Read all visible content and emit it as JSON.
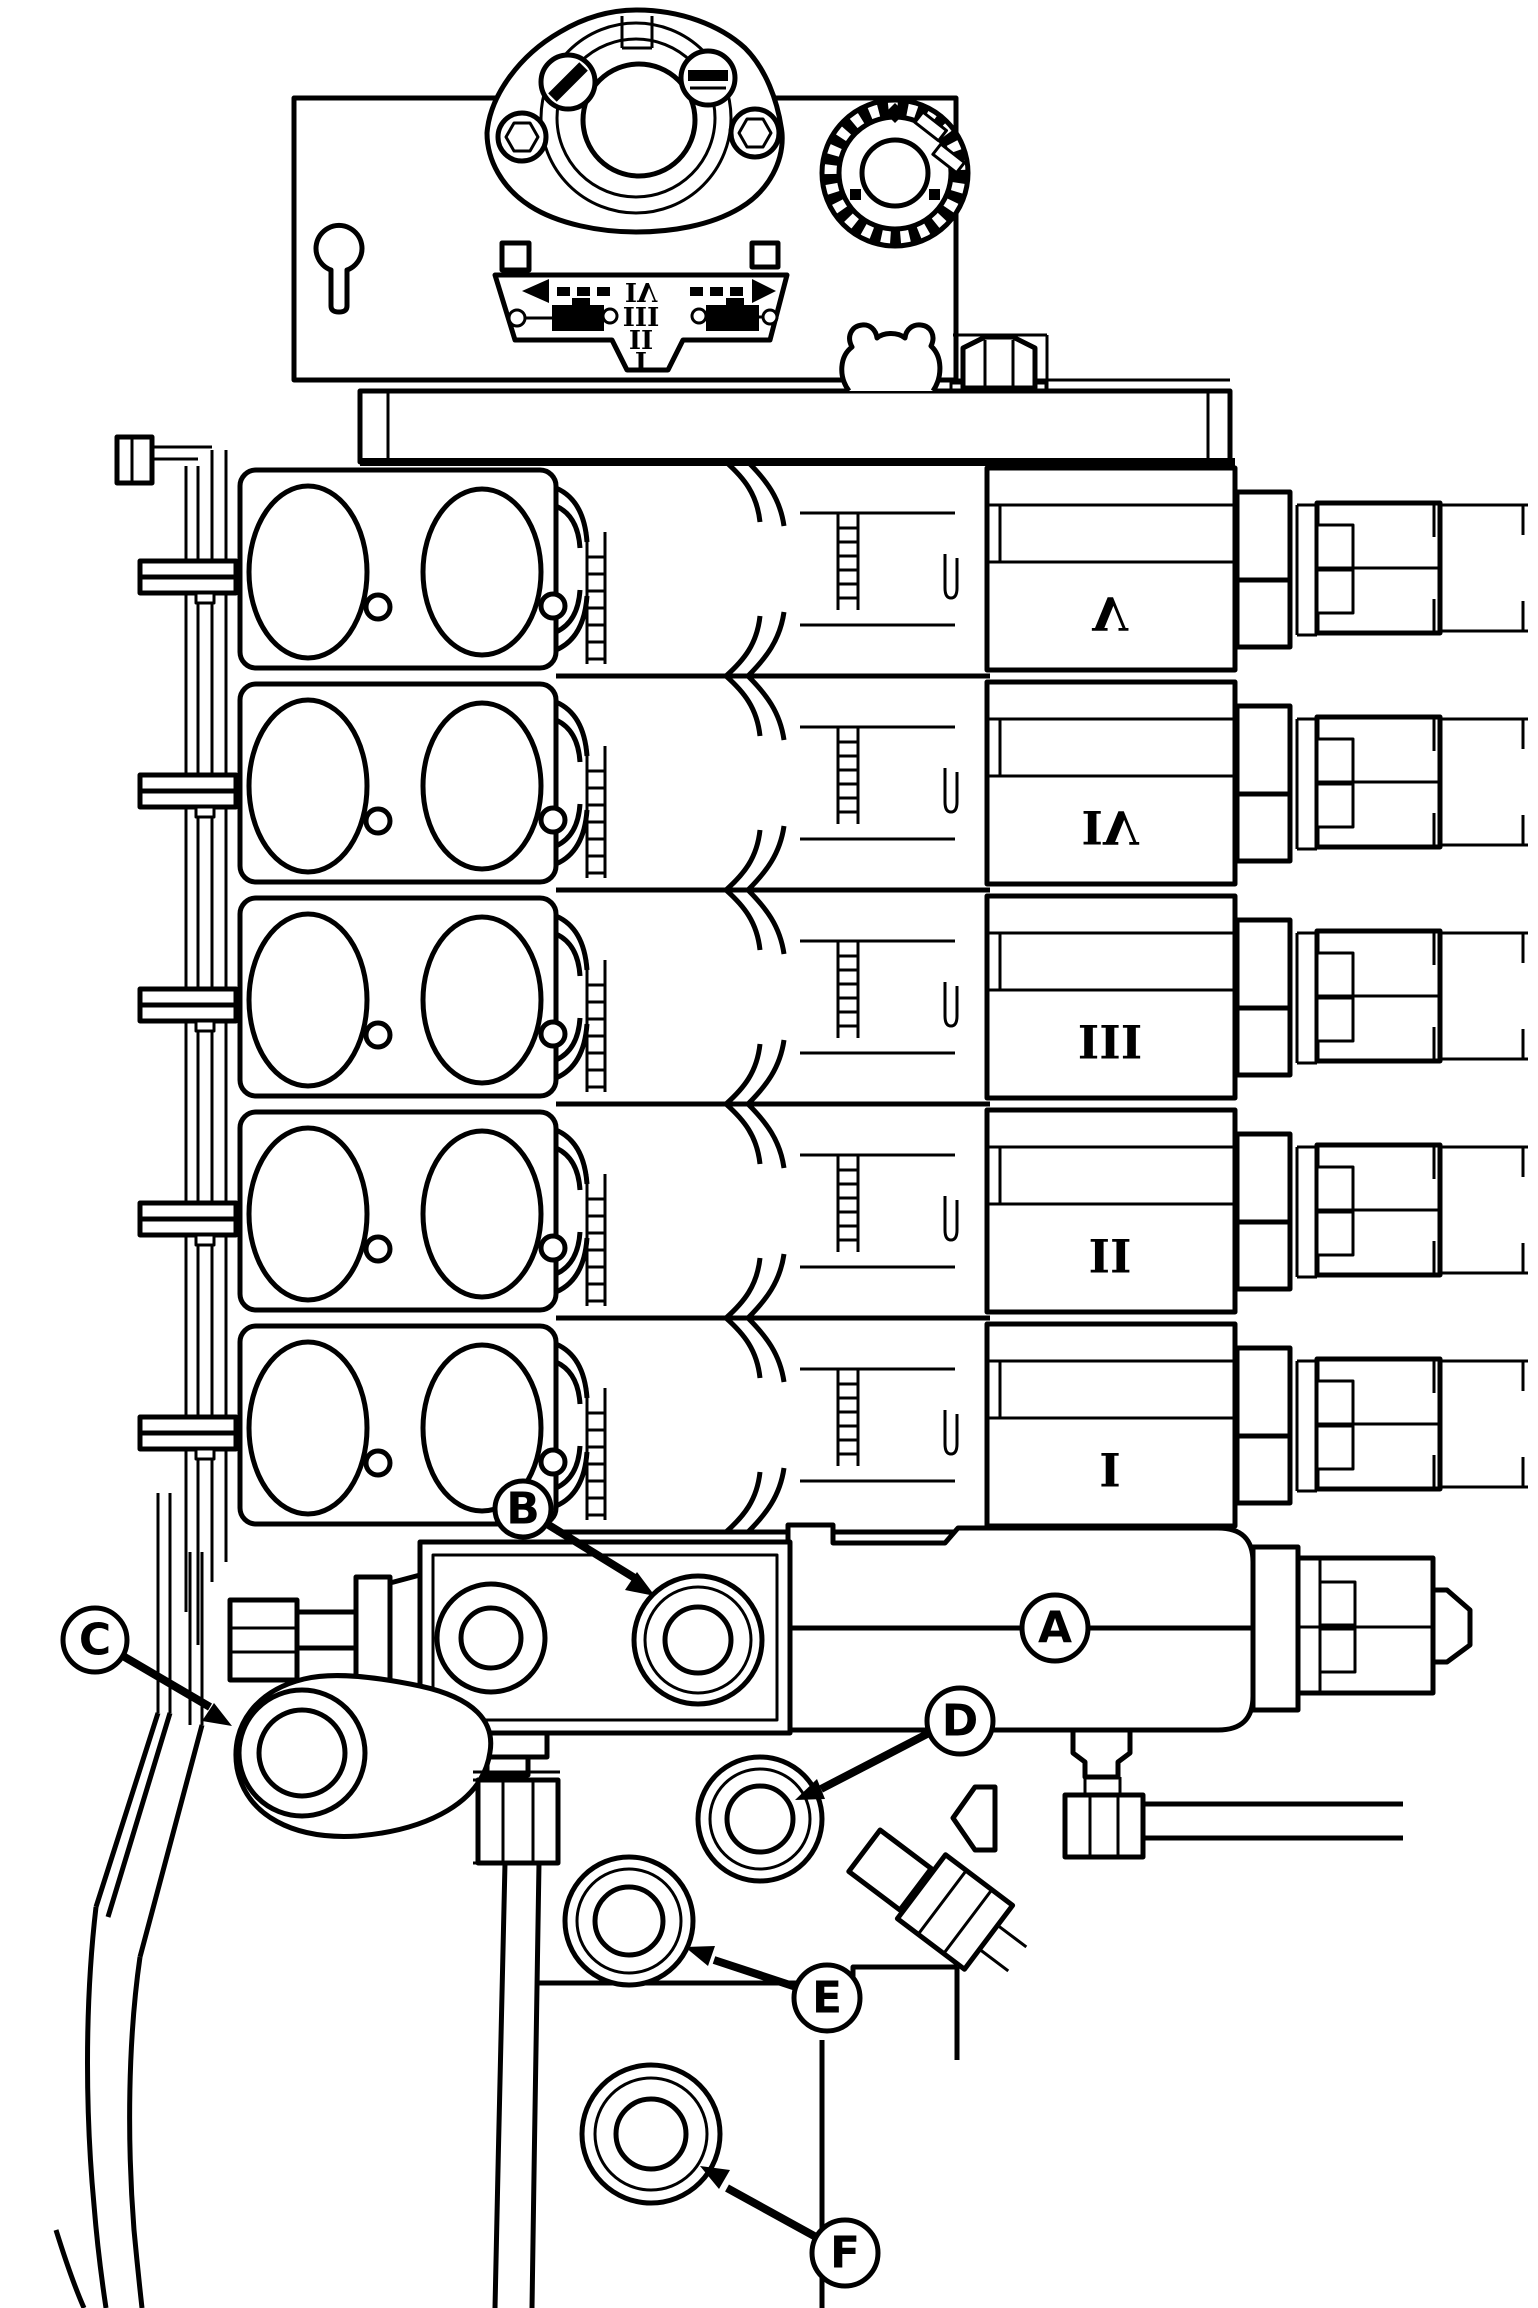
{
  "diagram": {
    "sections": {
      "labels": [
        "V",
        "IV",
        "III",
        "II",
        "I"
      ]
    },
    "instruction_plate": {
      "numerals": [
        "IV",
        "III",
        "II",
        "I"
      ]
    },
    "callouts": {
      "a": "A",
      "b": "B",
      "c": "C",
      "d": "D",
      "e": "E",
      "f": "F"
    },
    "colors": {
      "line": "#000000",
      "background": "#ffffff"
    }
  }
}
